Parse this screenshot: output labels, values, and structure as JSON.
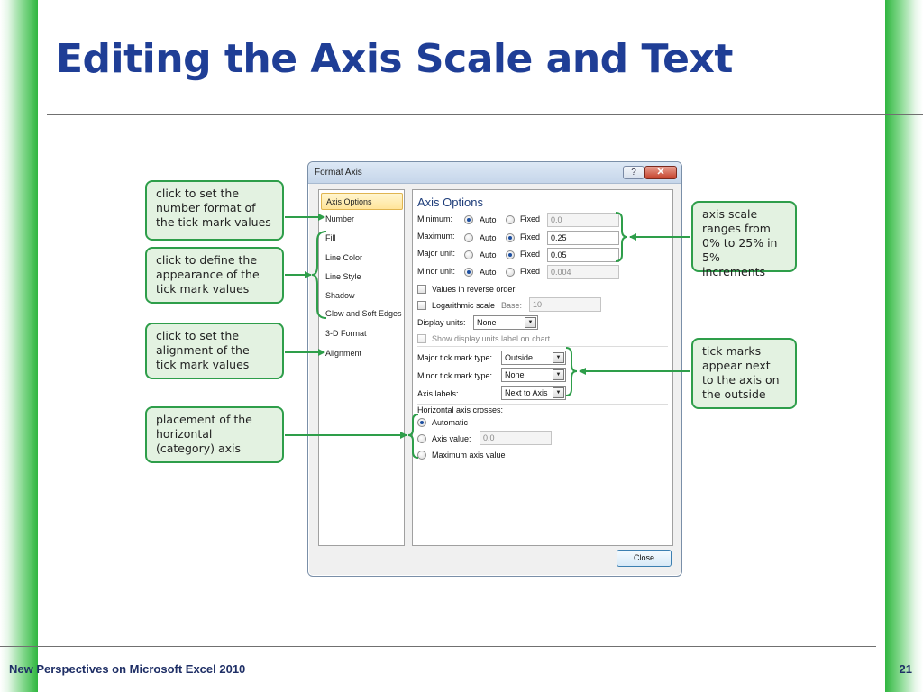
{
  "slide": {
    "title": "Editing the Axis Scale and Text",
    "footer_left": "New Perspectives on Microsoft Excel 2010",
    "page_number": "21"
  },
  "callouts": {
    "number_format": "click to set the\nnumber format of\nthe tick mark values",
    "appearance": "click to define the\nappearance of the\ntick mark values",
    "alignment": "click to set the\nalignment of the\ntick mark values",
    "placement": "placement of the\nhorizontal\n(category) axis",
    "axis_scale": "axis scale\nranges from\n0% to 25% in\n5% increments",
    "tick_marks": "tick marks\nappear next\nto the axis on\nthe outside"
  },
  "dialog": {
    "title": "Format Axis",
    "help_label": "?",
    "close_x_label": "✕",
    "nav_items": [
      "Axis Options",
      "Number",
      "Fill",
      "Line Color",
      "Line Style",
      "Shadow",
      "Glow and Soft Edges",
      "3-D Format",
      "Alignment"
    ],
    "heading": "Axis Options",
    "auto_label": "Auto",
    "fixed_label": "Fixed",
    "rows": [
      {
        "label": "Minimum:",
        "value": "0.0"
      },
      {
        "label": "Maximum:",
        "value": "0.25"
      },
      {
        "label": "Major unit:",
        "value": "0.05"
      },
      {
        "label": "Minor unit:",
        "value": "0.004"
      }
    ],
    "values_reverse_label": "Values in reverse order",
    "log_scale_label": "Logarithmic scale",
    "base_label": "Base:",
    "base_value": "10",
    "display_units_label": "Display units:",
    "display_units_value": "None",
    "show_units_label": "Show display units label on chart",
    "major_tick_label": "Major tick mark type:",
    "major_tick_value": "Outside",
    "minor_tick_label": "Minor tick mark type:",
    "minor_tick_value": "None",
    "axis_labels_label": "Axis labels:",
    "axis_labels_value": "Next to Axis",
    "h_axis_crosses_label": "Horizontal axis crosses:",
    "automatic_label": "Automatic",
    "axis_value_label": "Axis value:",
    "axis_value_value": "0.0",
    "max_axis_value_label": "Maximum axis value",
    "close_button_label": "Close"
  },
  "colors": {
    "title_blue": "#1f3e96",
    "callout_border": "#2e9e4a",
    "callout_fill": "#e3f2e1"
  }
}
